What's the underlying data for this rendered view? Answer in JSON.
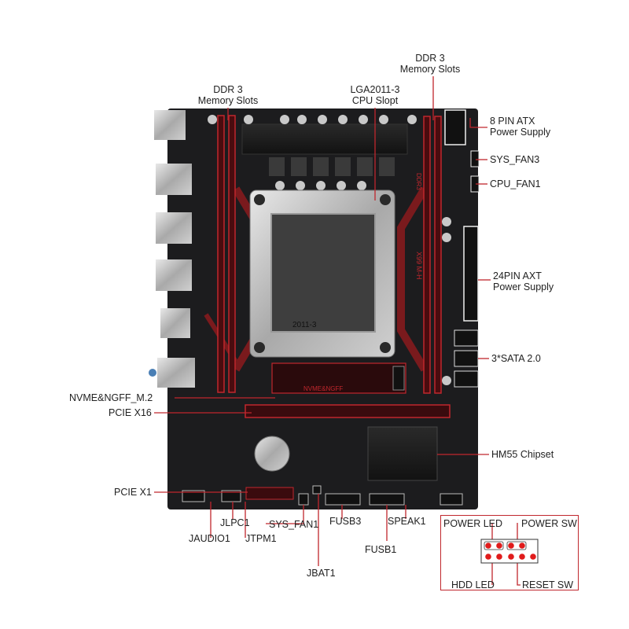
{
  "labels": {
    "ddr3_left": [
      "DDR 3",
      "Memory Slots"
    ],
    "ddr3_right": [
      "DDR 3",
      "Memory Slots"
    ],
    "cpu": [
      "LGA2011-3",
      "CPU Slopt"
    ],
    "atx8": [
      "8 PIN ATX",
      "Power Supply"
    ],
    "sys_fan3": "SYS_FAN3",
    "cpu_fan1": "CPU_FAN1",
    "atx24": [
      "24PIN AXT",
      "Power Supply"
    ],
    "sata": "3*SATA 2.0",
    "m2": "NVME&NGFF_M.2",
    "pcie16": "PCIE X16",
    "chipset": "HM55 Chipset",
    "pcie1": "PCIE X1",
    "jlpc1": "JLPC1",
    "jaudio1": "JAUDIO1",
    "jtpm1": "JTPM1",
    "sys_fan1": "SYS_FAN1",
    "fusb3": "FUSB3",
    "speak1": "SPEAK1",
    "fusb1": "FUSB1",
    "jbat1": "JBAT1",
    "power_led": "POWER LED",
    "power_sw": "POWER SW",
    "hdd_led": "HDD LED",
    "reset_sw": "RESET SW"
  },
  "silkscreen": {
    "socket_mark": "2011-3",
    "m2_mark": "NVME&NGFF",
    "ddr_mark": "DDR3",
    "model_mark": "X99 M-H"
  },
  "colors": {
    "accent": "#c0272d",
    "board": "#1c1c1e",
    "pin": "#e01b1b"
  }
}
